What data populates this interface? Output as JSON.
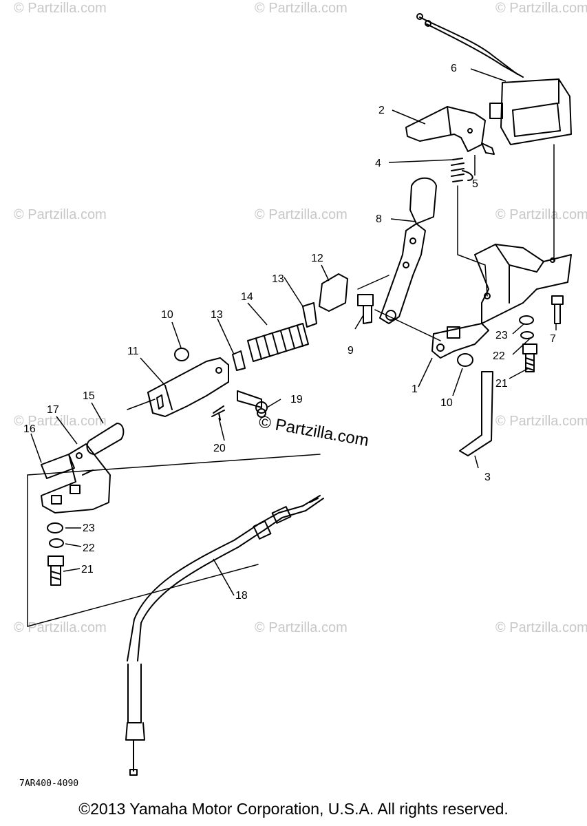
{
  "watermark": "© Partzilla.com",
  "center_watermark": "© Partzilla.com",
  "diagram_code": "7AR400-4090",
  "copyright": "©2013 Yamaha Motor Corporation, U.S.A. All rights reserved.",
  "callouts": {
    "c1": "1",
    "c2": "2",
    "c3": "3",
    "c4": "4",
    "c5": "5",
    "c6": "6",
    "c7": "7",
    "c8": "8",
    "c9": "9",
    "c10a": "10",
    "c10b": "10",
    "c11": "11",
    "c12": "12",
    "c13a": "13",
    "c13b": "13",
    "c14": "14",
    "c15": "15",
    "c16": "16",
    "c17": "17",
    "c18": "18",
    "c19": "19",
    "c20": "20",
    "c21a": "21",
    "c21b": "21",
    "c22a": "22",
    "c22b": "22",
    "c23a": "23",
    "c23b": "23"
  }
}
